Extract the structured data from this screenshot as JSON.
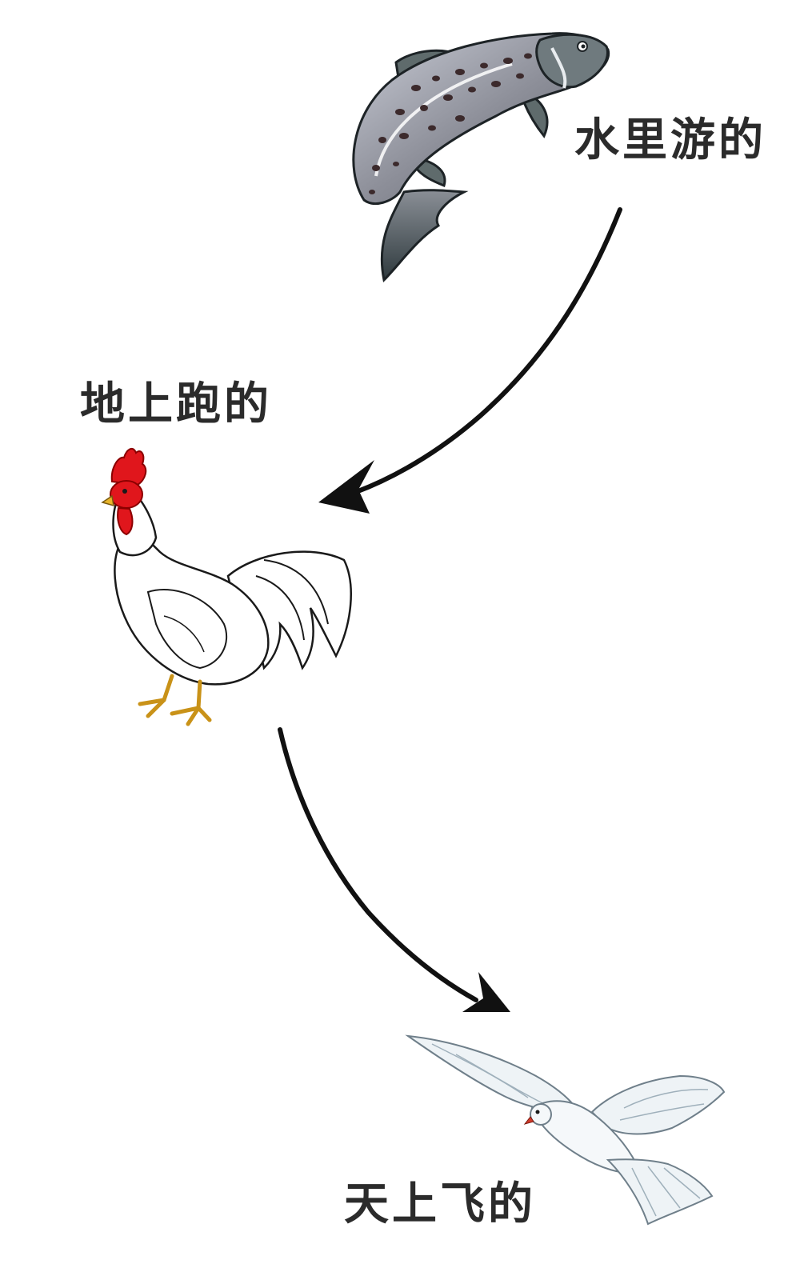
{
  "nodes": {
    "fish": {
      "label": "水里游的",
      "icon": "salmon-icon"
    },
    "rooster": {
      "label": "地上跑的",
      "icon": "rooster-icon"
    },
    "dove": {
      "label": "天上飞的",
      "icon": "dove-icon"
    }
  },
  "edges": [
    {
      "from": "fish",
      "to": "rooster"
    },
    {
      "from": "rooster",
      "to": "dove"
    }
  ],
  "colors": {
    "arrow": "#111111",
    "label": "#2b2b2b",
    "fish_body": "#8d8f99",
    "fish_spots": "#3c2a2c",
    "rooster_comb": "#e0161c",
    "rooster_feet": "#e8b52a",
    "dove_body": "#eef3f6"
  }
}
